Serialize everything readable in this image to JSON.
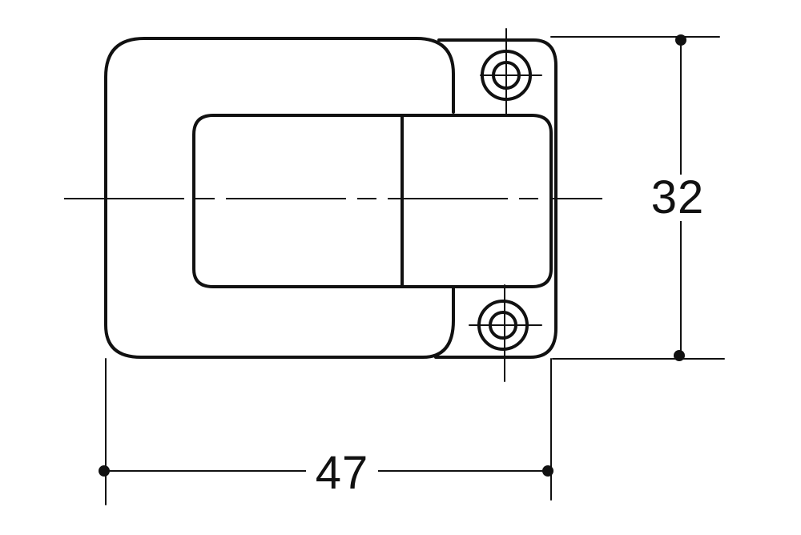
{
  "colors": {
    "line": "#111111",
    "background": "#ffffff"
  },
  "dimensions": {
    "height_label": "32",
    "width_label": "47"
  },
  "symbols": {
    "screw_hole_top": "screw-hole-icon",
    "screw_hole_bottom": "screw-hole-icon",
    "dimension_terminator": "dot"
  }
}
